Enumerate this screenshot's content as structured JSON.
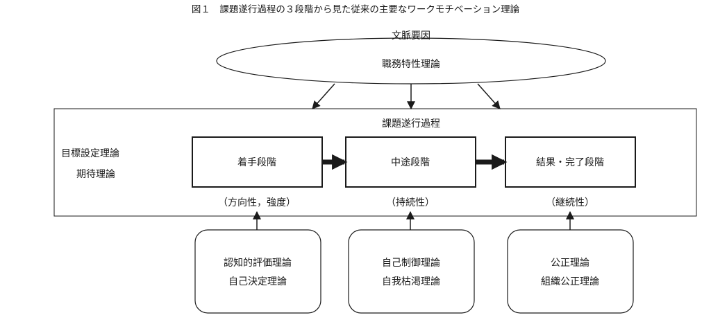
{
  "figure": {
    "title": "図１　課題遂行過程の３段階から見た従来の主要なワークモチベーション理論"
  },
  "context": {
    "label": "文脈要因",
    "ellipse_label": "職務特性理論"
  },
  "process": {
    "label": "課題遂行過程",
    "left_theories": [
      "目標設定理論",
      "期待理論"
    ],
    "stages": [
      {
        "label": "着手段階",
        "sub": "（方向性，強度）"
      },
      {
        "label": "中途段階",
        "sub": "（持続性）"
      },
      {
        "label": "結果・完了段階",
        "sub": "（継続性）"
      }
    ]
  },
  "theory_groups": [
    {
      "lines": [
        "認知的評価理論",
        "自己決定理論"
      ]
    },
    {
      "lines": [
        "自己制御理論",
        "自我枯渇理論"
      ]
    },
    {
      "lines": [
        "公正理論",
        "組織公正理論"
      ]
    }
  ],
  "colors": {
    "line": "#1a1a1a",
    "background": "#ffffff"
  }
}
